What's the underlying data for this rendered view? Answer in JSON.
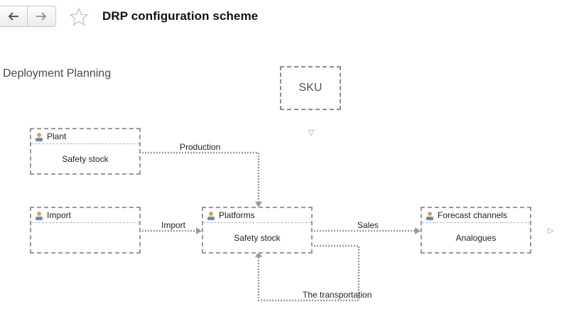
{
  "toolbar": {
    "back_icon": "arrow-left-icon",
    "forward_icon": "arrow-right-icon",
    "favorite_icon": "star-outline-icon",
    "title": "DRP configuration scheme"
  },
  "canvas": {
    "section_title": "Deployment Planning",
    "sku_label": "SKU",
    "nodes": {
      "plant": {
        "name": "Plant",
        "body": "Safety stock",
        "icon": "user-icon"
      },
      "import": {
        "name": "Import",
        "body": "",
        "icon": "user-icon"
      },
      "platforms": {
        "name": "Platforms",
        "body": "Safety stock",
        "icon": "user-icon"
      },
      "forecast": {
        "name": "Forecast channels",
        "body": "Analogues",
        "icon": "user-icon"
      }
    },
    "links": {
      "production": "Production",
      "import": "Import",
      "sales": "Sales",
      "transportation": "The transportation"
    },
    "colors": {
      "dashed_border": "#9a9a9a",
      "link_line": "#9a9a9a",
      "icon_head": "#e0a050",
      "icon_body": "#6a8ab8"
    }
  }
}
